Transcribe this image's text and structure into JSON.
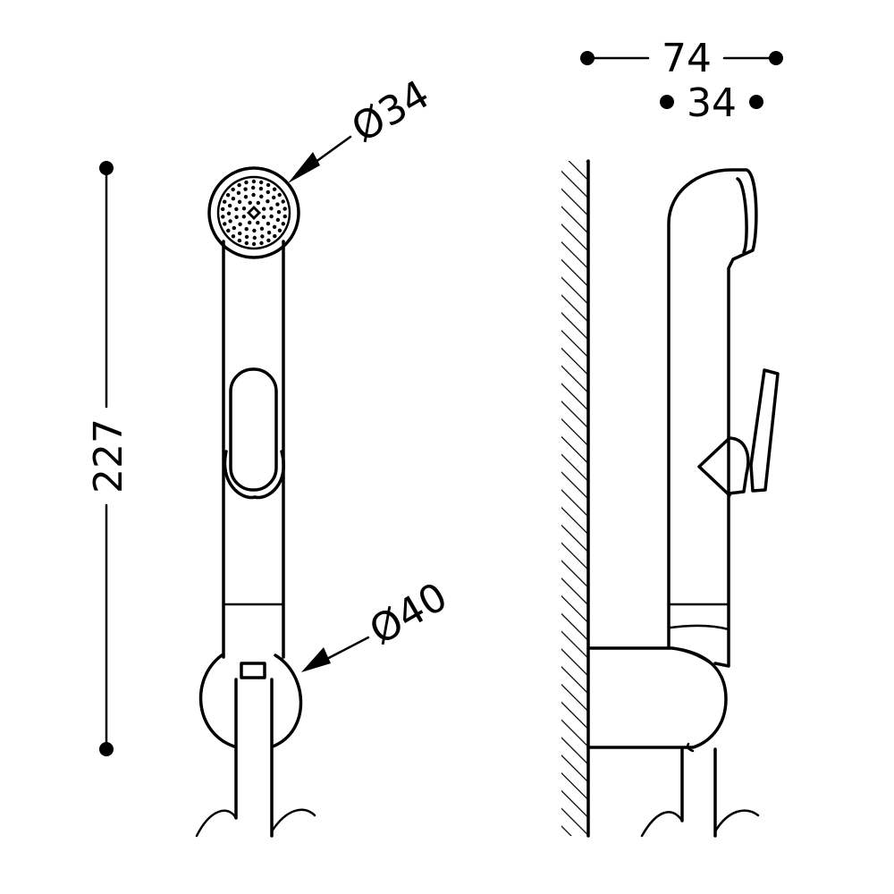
{
  "dimensions": {
    "height": "227",
    "head_diameter": "Ø34",
    "holder_diameter": "Ø40",
    "projection_total": "74",
    "projection_holder": "34"
  },
  "colors": {
    "line": "#000000",
    "background": "#ffffff"
  }
}
